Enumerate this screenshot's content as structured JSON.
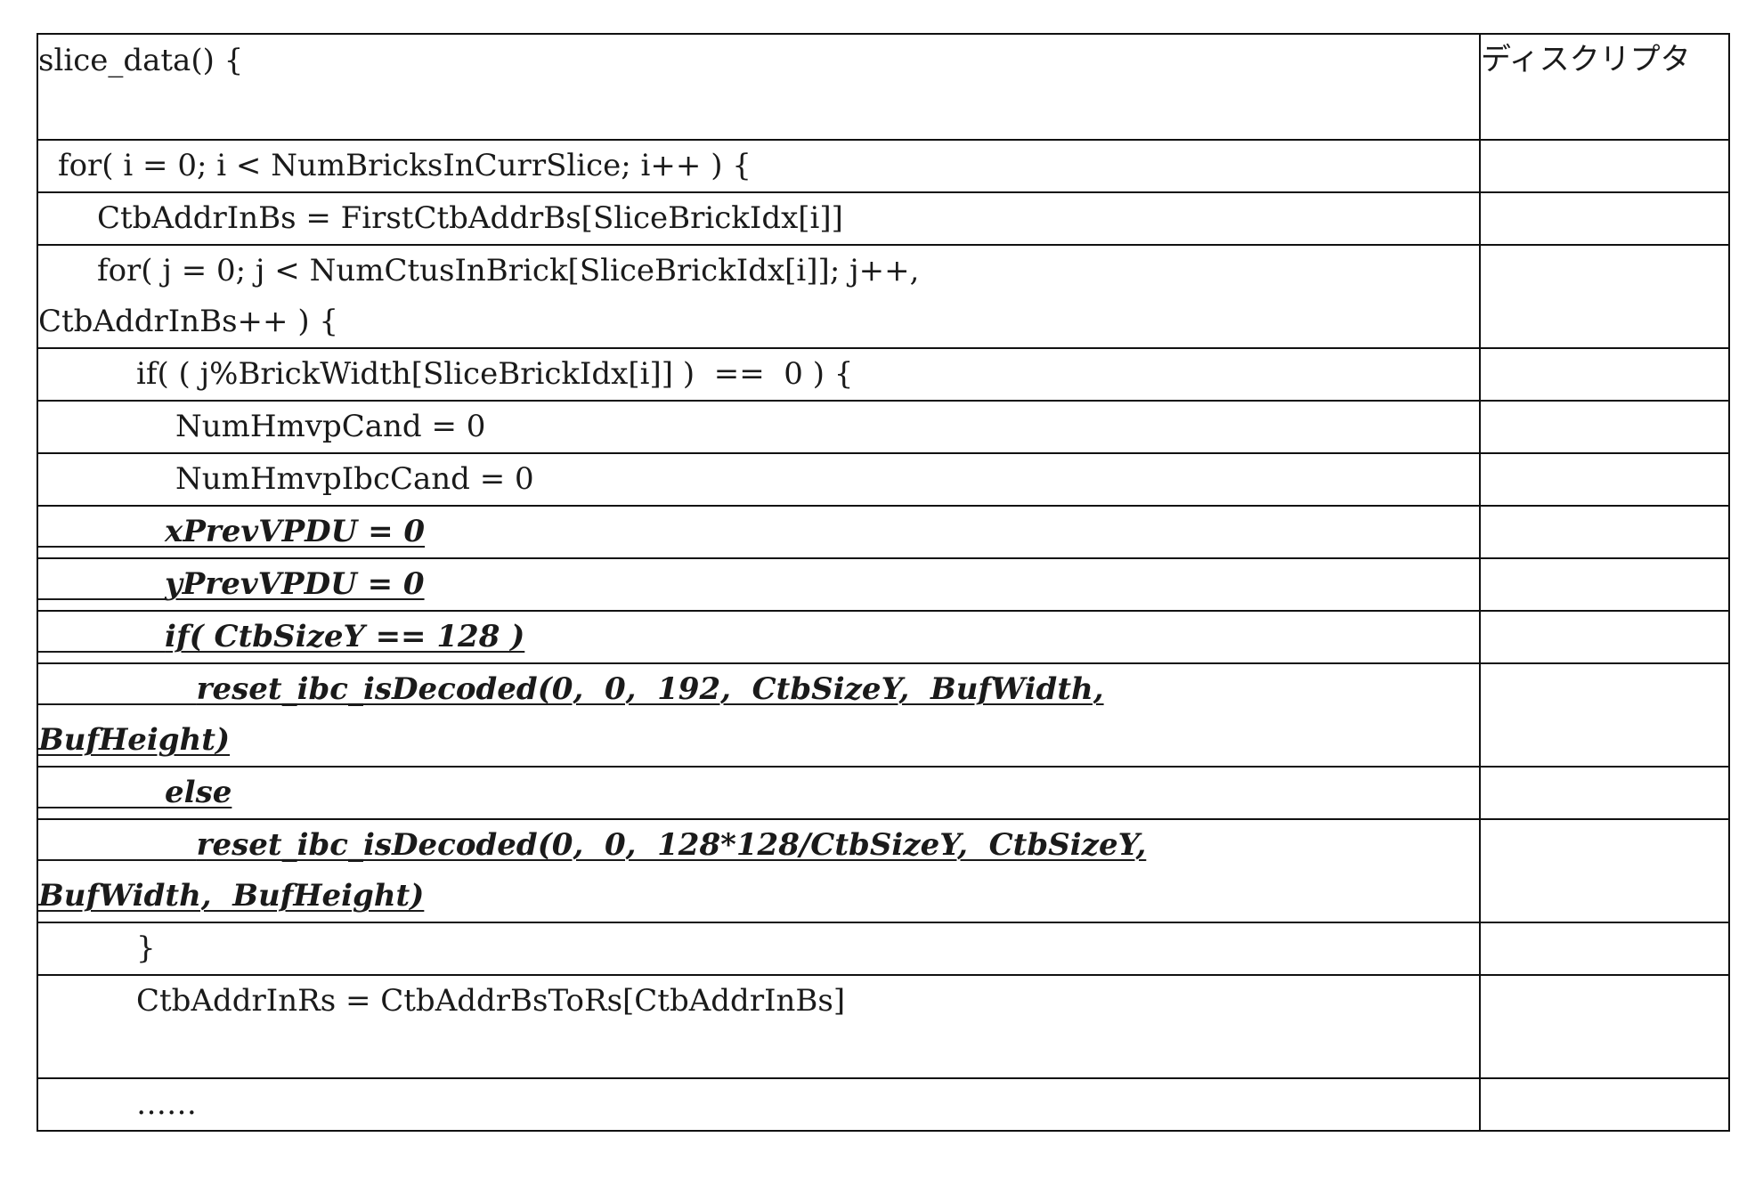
{
  "header": {
    "code": "slice_data() {",
    "descriptor_label": "ディスクリプタ"
  },
  "rows": [
    {
      "indent": 1,
      "text": "for( i = 0; i < NumBricksInCurrSlice; i++ ) {",
      "added": false
    },
    {
      "indent": 2,
      "text": "CtbAddrInBs = FirstCtbAddrBs[SliceBrickIdx[i]]",
      "added": false
    },
    {
      "indent": 2,
      "text": "for( j = 0; j < NumCtusInBrick[SliceBrickIdx[i]]; j++,",
      "continuation": "CtbAddrInBs++ ) {",
      "added": false
    },
    {
      "indent": 3,
      "text": "if( ( j%BrickWidth[SliceBrickIdx[i]] )  ==  0 ) {",
      "added": false
    },
    {
      "indent": 4,
      "text": "NumHmvpCand = 0",
      "added": false
    },
    {
      "indent": 4,
      "text": "NumHmvpIbcCand = 0",
      "added": false
    },
    {
      "indent": 4,
      "text": "xPrevVPDU = 0",
      "added": true
    },
    {
      "indent": 4,
      "text": "yPrevVPDU = 0",
      "added": true
    },
    {
      "indent": 4,
      "text": "if( CtbSizeY == 128 )",
      "added": true
    },
    {
      "indent": 5,
      "text": "reset_ibc_isDecoded(0,  0,  192,  CtbSizeY,  BufWidth,",
      "continuation": "BufHeight)",
      "added": true
    },
    {
      "indent": 4,
      "text": "else",
      "added": true
    },
    {
      "indent": 5,
      "text": "reset_ibc_isDecoded(0,  0,  128*128/CtbSizeY,  CtbSizeY,",
      "continuation": "BufWidth,  BufHeight)",
      "added": true
    },
    {
      "indent": 3,
      "text": "}",
      "added": false
    },
    {
      "indent": 3,
      "text": "CtbAddrInRs = CtbAddrBsToRs[CtbAddrInBs]",
      "added": false,
      "tall": true
    },
    {
      "indent": 3,
      "text": "……",
      "added": false
    }
  ]
}
